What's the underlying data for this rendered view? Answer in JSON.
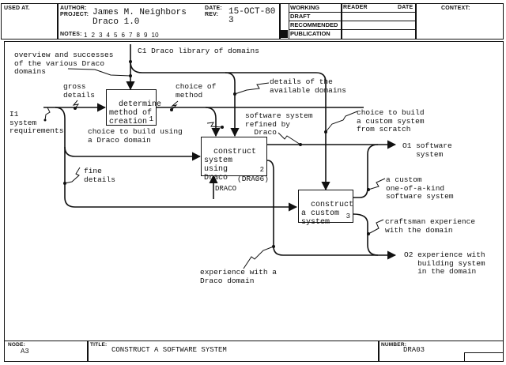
{
  "header": {
    "used_at_label": "USED AT.",
    "author_label": "AUTHOR:",
    "author": "James M. Neighbors",
    "project_label": "PROJECT:",
    "project": "Draco 1.0",
    "date_label": "DATE:",
    "date": "15-OCT-80",
    "rev_label": "REV:",
    "rev": "3",
    "notes_label": "NOTES:",
    "notes": "1  2  3  4  5  6  7  8  9  10",
    "status": [
      {
        "label": "WORKING",
        "checked": false
      },
      {
        "label": "DRAFT",
        "checked": false
      },
      {
        "label": "RECOMMENDED",
        "checked": false
      },
      {
        "label": "PUBLICATION",
        "checked": true
      }
    ],
    "reader_label": "READER",
    "reader_date_label": "DATE",
    "context_label": "CONTEXT:"
  },
  "diagram": {
    "boxes": [
      {
        "text": "determine\nmethod of\ncreation",
        "number": "1"
      },
      {
        "text": "construct\nsystem\nusing\nDraco",
        "number": "2",
        "ref": "(DRA06)",
        "mechanism": "DRACO"
      },
      {
        "text": "construct\na custom\nsystem",
        "number": "3"
      }
    ],
    "inputs": [
      {
        "id": "I1",
        "text": "I1\nsystem\nrequirements"
      }
    ],
    "controls": [
      {
        "id": "C1",
        "text": "C1 Draco library of domains"
      }
    ],
    "outputs": [
      {
        "id": "O1",
        "text": "O1 software\n   system"
      },
      {
        "id": "O2",
        "text": "O2 experience with\n   building system\n   in the domain"
      }
    ],
    "labels": {
      "overview": "overview and successes\nof the various Draco\ndomains",
      "gross_details": "gross\ndetails",
      "choice_of_method": "choice of\nmethod",
      "details_domains": "details of the\navailable domains",
      "choice_draco": "choice to build using\na Draco domain",
      "software_refined": "software system\nrefined by\n  Draco",
      "choice_custom": "choice to build\na custom system\nfrom scratch",
      "fine_details": "fine\ndetails",
      "custom_system": "a custom\none-of-a-kind\nsoftware system",
      "craftsman": "craftsman experience\nwith the domain",
      "experience_draco": "experience with a\nDraco domain"
    }
  },
  "footer": {
    "node_label": "NODE:",
    "node": "A3",
    "title_label": "TITLE:",
    "title": "CONSTRUCT A SOFTWARE SYSTEM",
    "number_label": "NUMBER:",
    "number": "DRA03"
  }
}
